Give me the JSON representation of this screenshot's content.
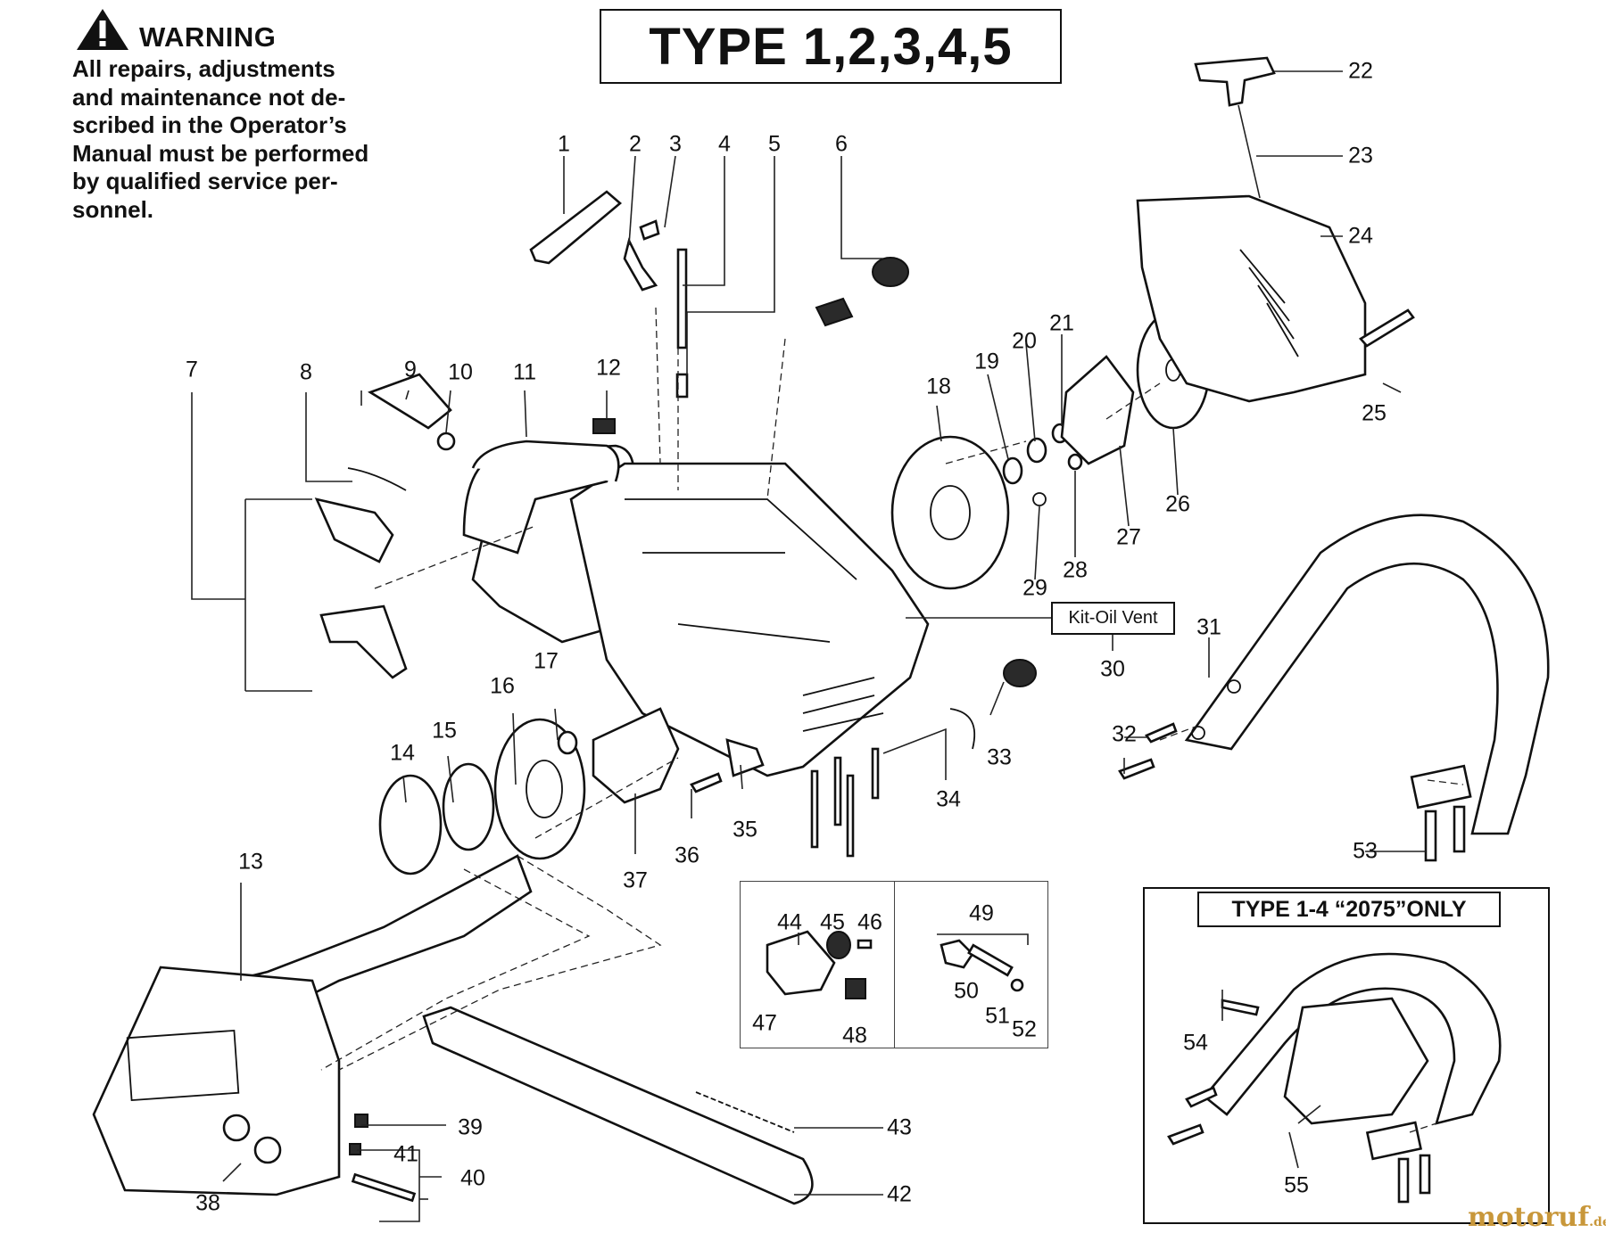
{
  "warning": {
    "title": "WARNING",
    "lines": [
      "All repairs, adjustments",
      "and maintenance not de-",
      "scribed in the Operator’s",
      "Manual must be performed",
      "by qualified service per-",
      "sonnel."
    ]
  },
  "header": {
    "title": "TYPE 1,2,3,4,5"
  },
  "labels": {
    "kit_oil_vent": "Kit-Oil Vent",
    "inset_title": "TYPE 1-4 “2075”ONLY"
  },
  "callouts": [
    "1",
    "2",
    "3",
    "4",
    "5",
    "6",
    "7",
    "8",
    "9",
    "10",
    "11",
    "12",
    "13",
    "14",
    "15",
    "16",
    "17",
    "18",
    "19",
    "20",
    "21",
    "22",
    "23",
    "24",
    "25",
    "26",
    "27",
    "28",
    "29",
    "30",
    "31",
    "32",
    "33",
    "34",
    "35",
    "36",
    "37",
    "38",
    "39",
    "40",
    "41",
    "42",
    "43",
    "44",
    "45",
    "46",
    "47",
    "48",
    "49",
    "50",
    "51",
    "52",
    "53",
    "54",
    "55"
  ],
  "watermark": {
    "name": "motoruf",
    "tld": ".de"
  },
  "icons": {
    "warning": "warning-triangle-icon"
  }
}
